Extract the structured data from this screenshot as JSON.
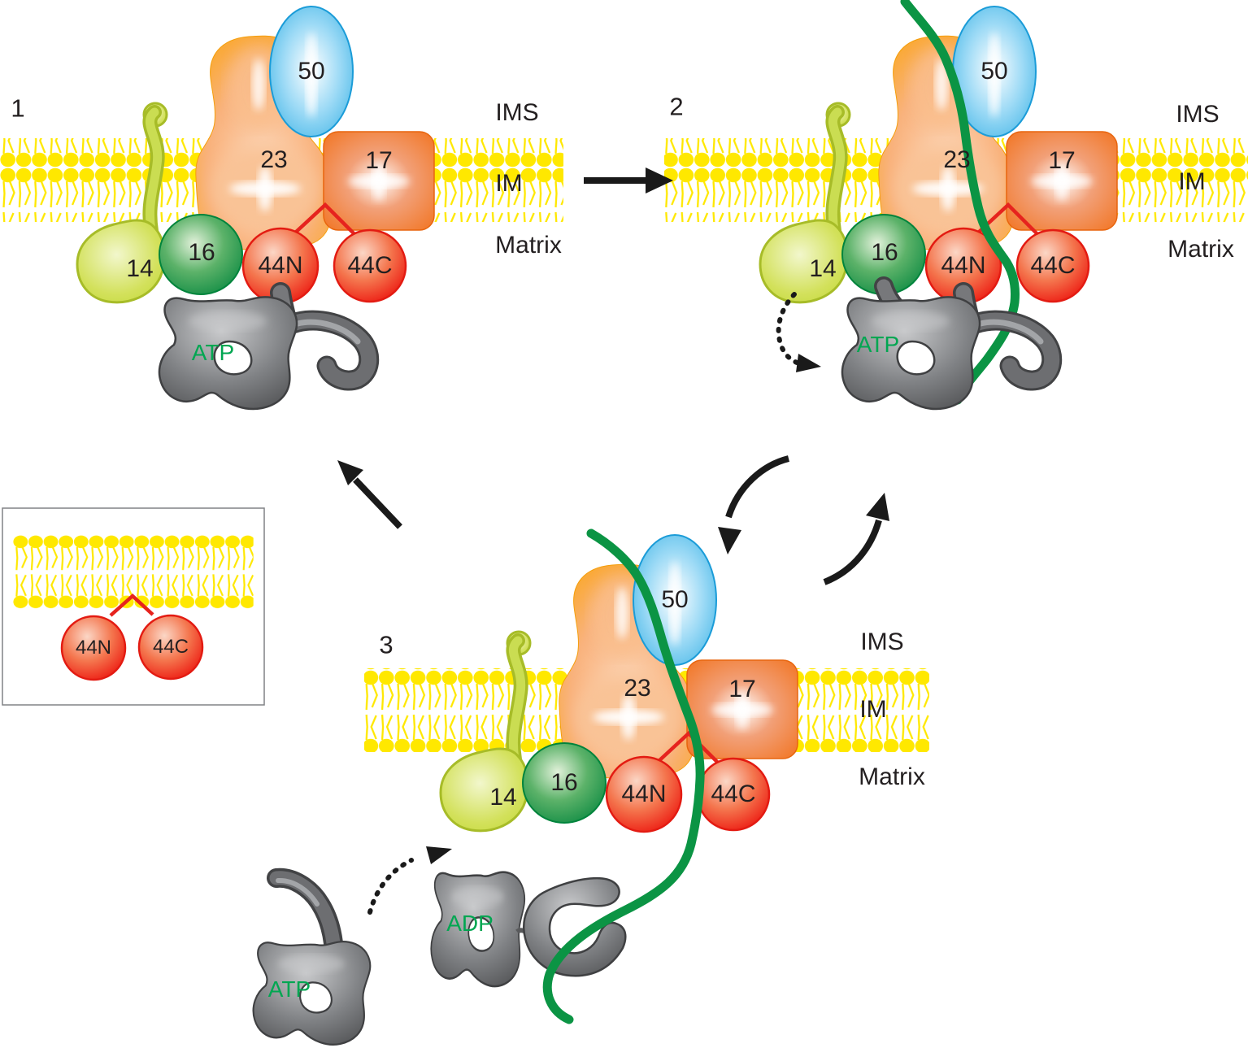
{
  "panels": [
    {
      "number": "1"
    },
    {
      "number": "2"
    },
    {
      "number": "3"
    }
  ],
  "compartments": {
    "ims": "IMS",
    "im": "IM",
    "matrix": "Matrix"
  },
  "subunits": {
    "tim50": "50",
    "tim23": "23",
    "tim17": "17",
    "tim14": "14",
    "tim16": "16",
    "tim44n": "44N",
    "tim44c": "44C"
  },
  "nucleotides": {
    "atp": "ATP",
    "adp": "ADP"
  },
  "colors": {
    "membrane_yellow": "#FFE800",
    "tim23_orange": "#FAA61A",
    "tim17_orange": "#F2731F",
    "tim50_blue": "#29ABE2",
    "tim16_green": "#00A14B",
    "tim14_yellow_green": "#BFD730",
    "tim44_red": "#EE2A1C",
    "crosslink_red": "#E6231E",
    "hsp70_gray": "#6D6E71",
    "chain_green": "#0B9444",
    "nucleotide_text_green": "#00A651",
    "arrow_black": "#1A1A1A"
  }
}
